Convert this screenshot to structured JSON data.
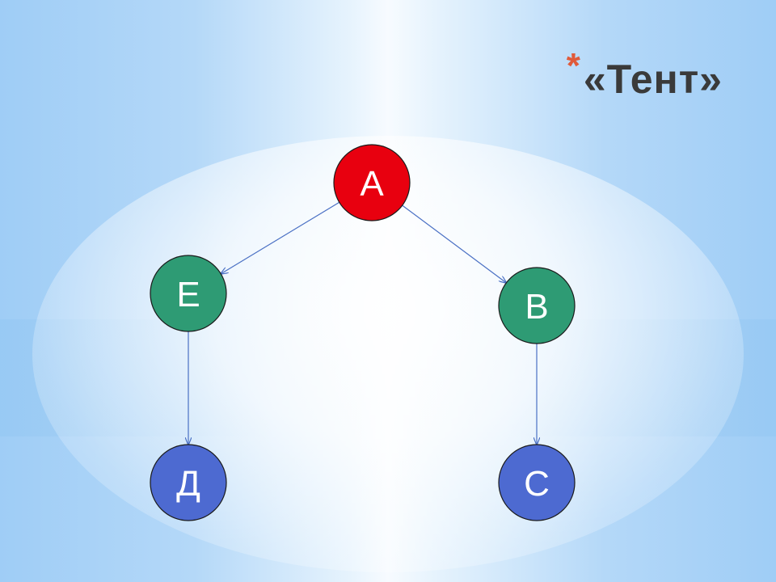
{
  "slide": {
    "title_bullet": "*",
    "title": "«Тент»"
  },
  "diagram": {
    "nodes": [
      {
        "id": "A",
        "label": "А",
        "color": "#e8000f"
      },
      {
        "id": "E",
        "label": "Е",
        "color": "#2e9b74"
      },
      {
        "id": "B",
        "label": "В",
        "color": "#2e9b74"
      },
      {
        "id": "D",
        "label": "Д",
        "color": "#4d6ad1"
      },
      {
        "id": "C",
        "label": "С",
        "color": "#4d6ad1"
      }
    ],
    "edges": [
      {
        "from": "A",
        "to": "E"
      },
      {
        "from": "A",
        "to": "B"
      },
      {
        "from": "E",
        "to": "D"
      },
      {
        "from": "B",
        "to": "C"
      }
    ],
    "edge_color": "#4a70c4"
  }
}
